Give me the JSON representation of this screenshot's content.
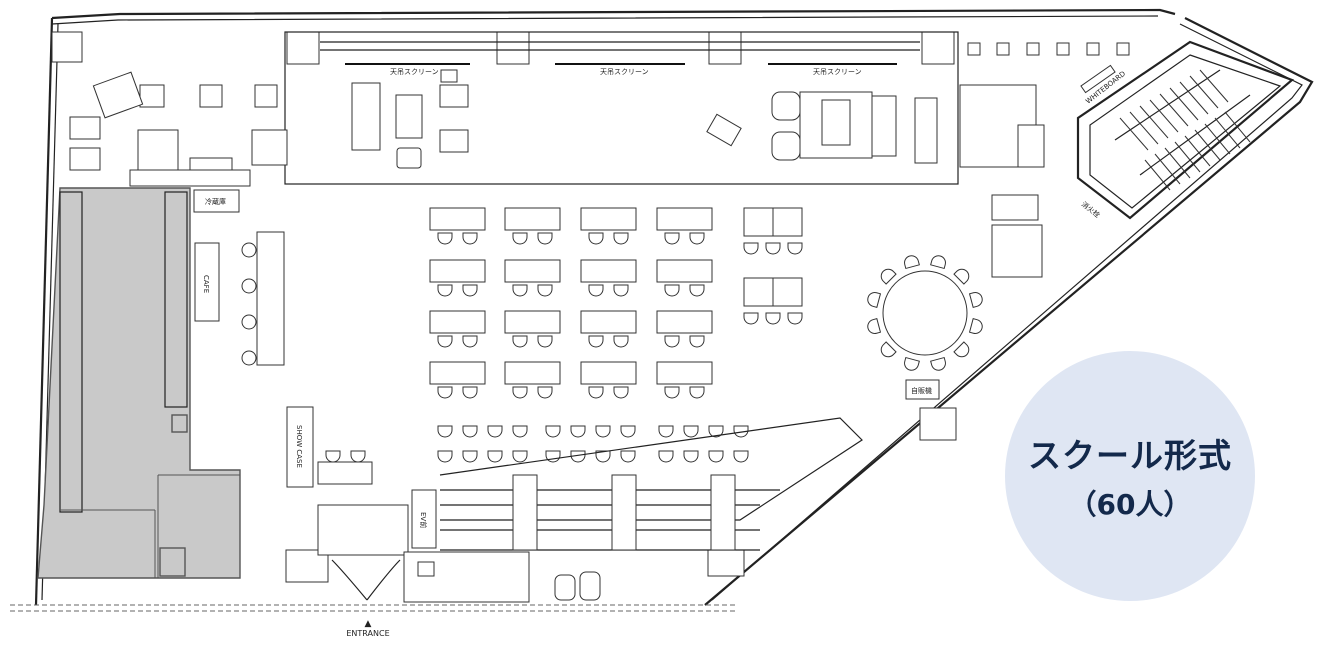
{
  "layout_badge": {
    "title": "スクール形式",
    "capacity": "（60人）",
    "bg_color": "#dfe6f3",
    "text_color": "#13294b"
  },
  "labels": {
    "screen_1": "天吊スクリーン",
    "screen_2": "天吊スクリーン",
    "screen_3": "天吊スクリーン",
    "fridge": "冷蔵庫",
    "cafe": "CAFE",
    "showcase": "SHOW CASE",
    "vending": "自販機",
    "whiteboard": "WHITEBOARD",
    "hydrant": "消火栓",
    "ev": "EV前",
    "entrance": "ENTRANCE",
    "entrance_arrow": "▲"
  },
  "seating": {
    "school_table_columns": 4,
    "school_table_rows": 4,
    "chairs_per_table": 2,
    "round_table_chairs": 12,
    "back_row_groups": 3,
    "back_row_chairs_per_group": 4,
    "back_rows": 2
  }
}
